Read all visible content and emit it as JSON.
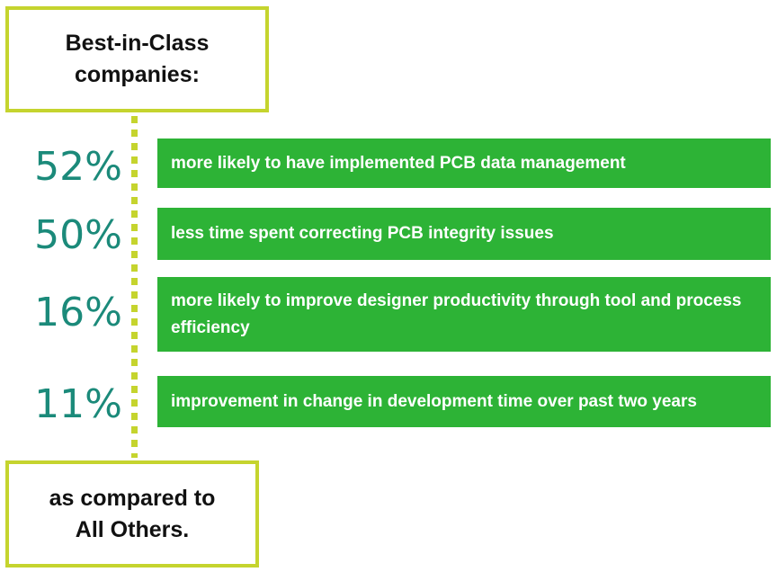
{
  "header_box": {
    "line1": "Best-in-Class",
    "line2": "companies:"
  },
  "footer_box": {
    "line1": "as compared to",
    "line2": "All Others."
  },
  "colors": {
    "box_border": "#c5d42e",
    "connector": "#c5d42e",
    "percent_text": "#1b8a7a",
    "bar_fill": "#2db336",
    "bar_text": "#ffffff"
  },
  "stats": [
    {
      "percent": "52%",
      "description": "more likely to have implemented PCB data management"
    },
    {
      "percent": "50%",
      "description": "less time spent correcting PCB integrity issues"
    },
    {
      "percent": "16%",
      "description": "more likely to improve designer productivity through tool and process efficiency"
    },
    {
      "percent": "11%",
      "description": "improvement in change in development time over past two years"
    }
  ]
}
